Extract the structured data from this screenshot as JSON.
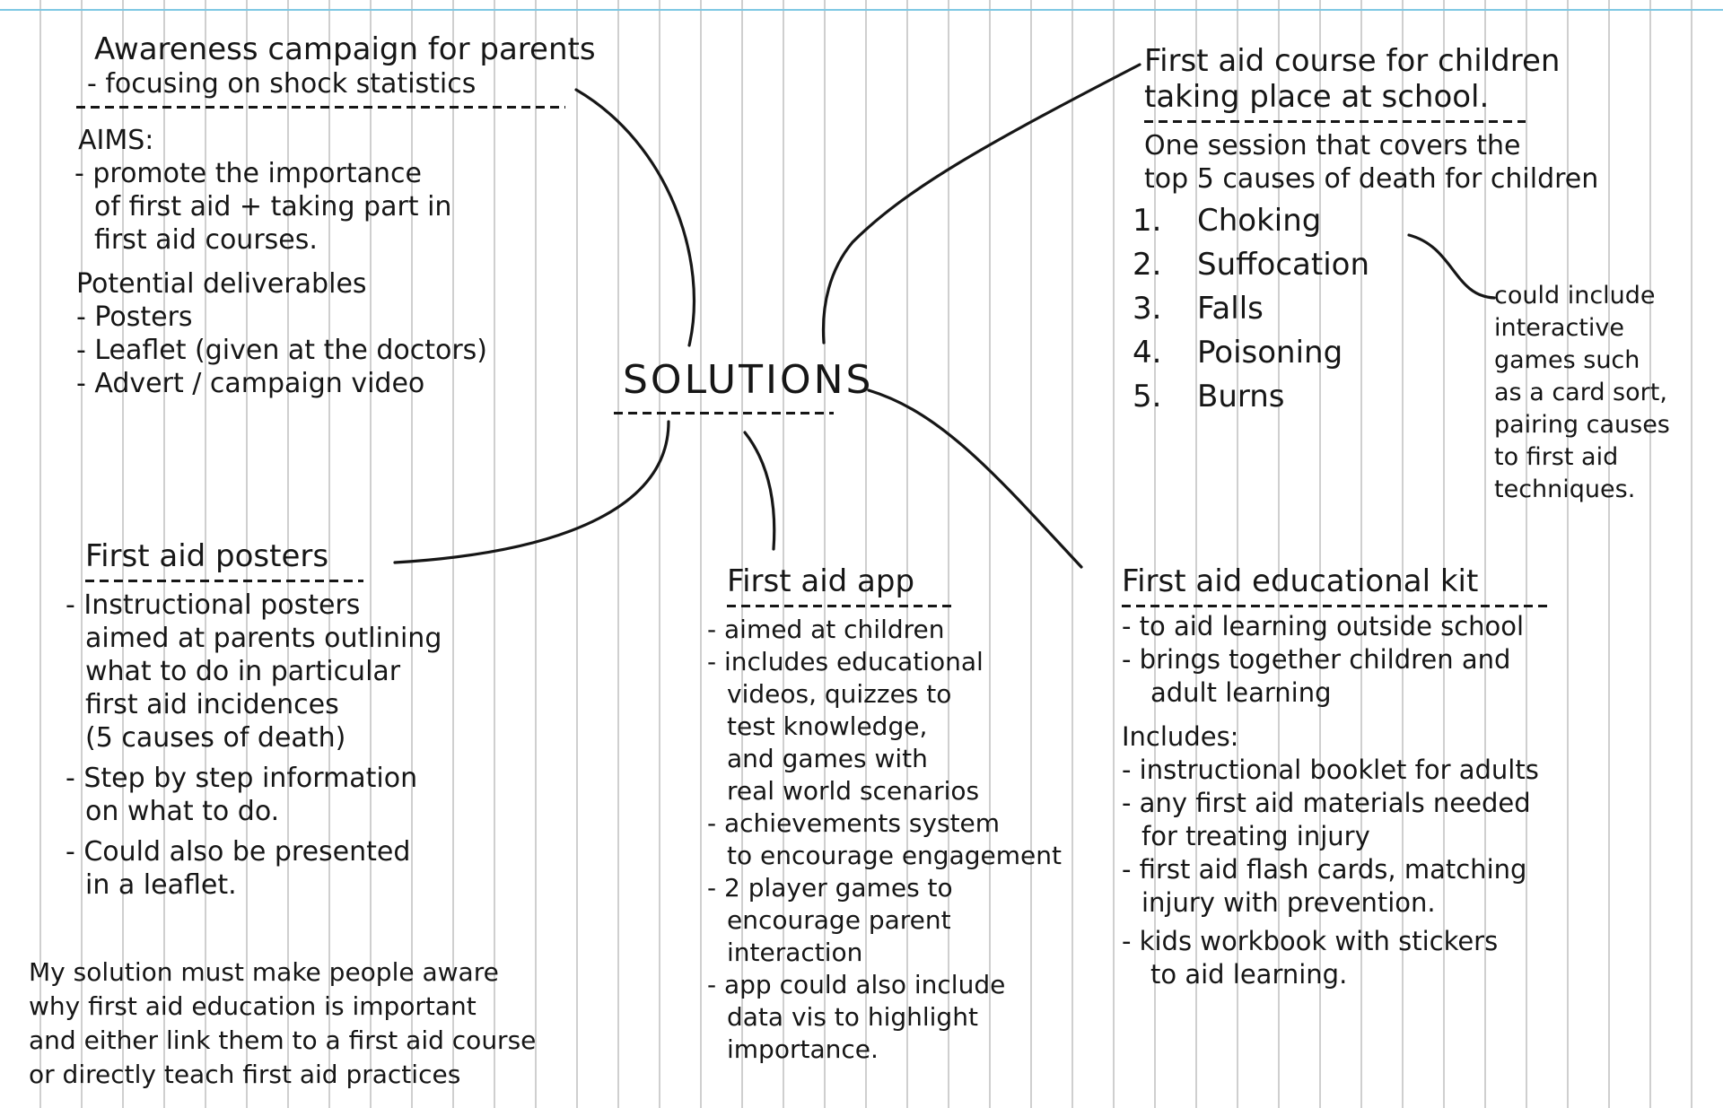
{
  "center": "SOLUTIONS",
  "awareness": {
    "title": "Awareness campaign for parents",
    "subtitle": "- focusing on shock statistics",
    "aims_label": "AIMS:",
    "aims": [
      "- promote the importance",
      "of first aid + taking part in",
      "first aid courses."
    ],
    "deliverables_label": "Potential deliverables",
    "deliverables": [
      "- Posters",
      "- Leaflet (given at the doctors)",
      "- Advert / campaign video"
    ]
  },
  "course": {
    "title_lines": [
      "First aid course for children",
      "taking place at school."
    ],
    "intro_lines": [
      "One session that covers the",
      "top 5 causes of death for children"
    ],
    "causes": [
      {
        "n": "1.",
        "label": "Choking"
      },
      {
        "n": "2.",
        "label": "Suffocation"
      },
      {
        "n": "3.",
        "label": "Falls"
      },
      {
        "n": "4.",
        "label": "Poisoning"
      },
      {
        "n": "5.",
        "label": "Burns"
      }
    ],
    "side_note": [
      "could include",
      "interactive",
      "games such",
      "as a card sort,",
      "pairing causes",
      "to first aid",
      "techniques."
    ]
  },
  "posters": {
    "title": "First aid posters",
    "lines": [
      "- Instructional posters",
      "aimed at parents outlining",
      "what to do in particular",
      "first aid incidences",
      "(5 causes of death)",
      "- Step by step information",
      "on what to do.",
      "- Could also be presented",
      "in a leaflet."
    ]
  },
  "app": {
    "title": "First aid app",
    "lines": [
      "- aimed at children",
      "- includes educational",
      "videos, quizzes to",
      "test knowledge,",
      "and games with",
      "real world scenarios",
      "- achievements system",
      "to encourage engagement",
      "- 2 player games to",
      "encourage parent",
      "interaction",
      "- app could also include",
      "data vis to highlight",
      "importance."
    ]
  },
  "kit": {
    "title": "First aid educational kit",
    "intro": [
      "- to aid learning outside school",
      "- brings together children and",
      "adult learning"
    ],
    "includes_label": "Includes:",
    "items": [
      "- instructional booklet for adults",
      "- any first aid materials needed",
      "for treating injury",
      "- first aid flash cards, matching",
      "injury with prevention.",
      "- kids workbook with stickers",
      "to aid learning."
    ]
  },
  "conclusion": [
    "My solution must make people aware",
    "why first aid education is important",
    "and either link them to a first aid course",
    "or directly teach first aid practices"
  ]
}
